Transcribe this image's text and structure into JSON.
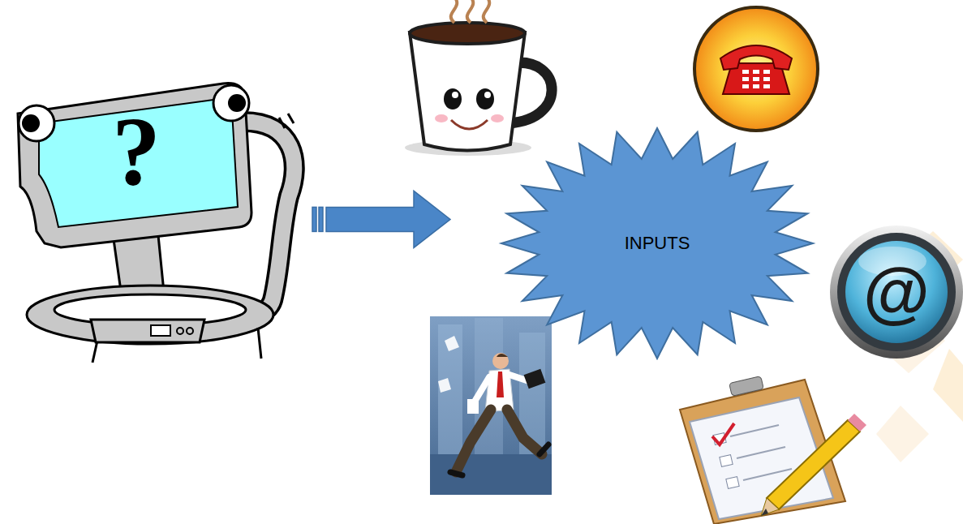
{
  "diagram": {
    "nodes": [
      {
        "text": [
          "?"
        ]
      },
      {
        "text": [
          "INPUTS"
        ]
      }
    ],
    "edges": [
      {
        "from": 0,
        "to": 1,
        "arrow": "to"
      }
    ],
    "labels": [
      "@"
    ]
  }
}
